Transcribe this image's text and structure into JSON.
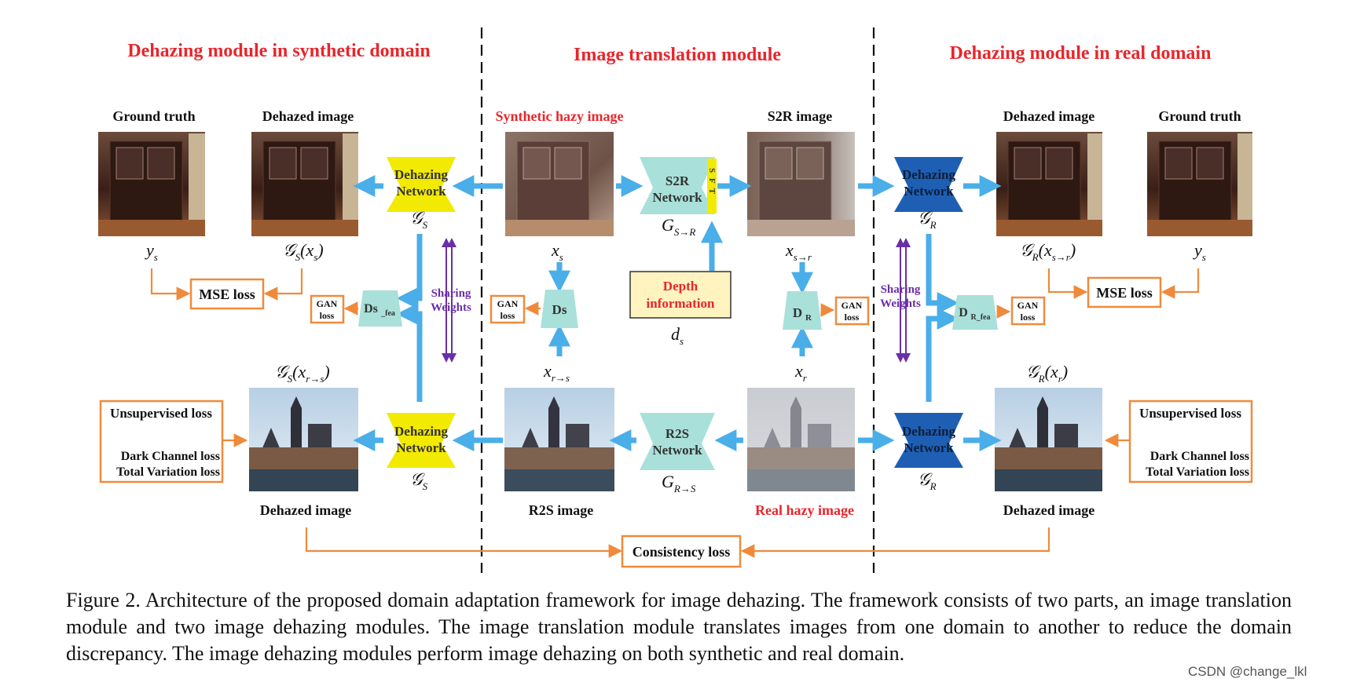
{
  "modules": {
    "synthetic": "Dehazing module in synthetic domain",
    "translation": "Image translation module",
    "real": "Dehazing module in real domain"
  },
  "labels": {
    "ground_truth": "Ground truth",
    "dehazed_image": "Dehazed image",
    "synthetic_hazy_image": "Synthetic hazy image",
    "s2r_image": "S2R image",
    "r2s_image": "R2S image",
    "real_hazy_image": "Real hazy image"
  },
  "nets": {
    "dehazing_line1": "Dehazing",
    "dehazing_line2": "Network",
    "s2r_line1": "S2R",
    "s2r_line2": "Network",
    "sft": "S F T",
    "r2s_line1": "R2S",
    "r2s_line2": "Network",
    "ds": "Ds",
    "dr_main": "D",
    "dr_sub": "R",
    "ds_fea_main": "Ds",
    "ds_fea_sub": "_fea",
    "dr_fea_main": "D",
    "dr_fea_sub": "R_fea",
    "depth_line1": "Depth",
    "depth_line2": "information"
  },
  "symbols": {
    "g_s": "𝒢",
    "g_s_sub": "S",
    "g_r": "𝒢",
    "g_r_sub": "R",
    "g_s2r": "G",
    "g_s2r_sub": "S→R",
    "g_r2s": "G",
    "g_r2s_sub": "R→S",
    "y_s": "y",
    "y_s_sub": "s",
    "x_s": "x",
    "x_s_sub": "s",
    "x_s2r": "x",
    "x_s2r_sub": "s→r",
    "x_r": "x",
    "x_r_sub": "r",
    "x_r2s": "x",
    "x_r2s_sub": "r→s",
    "d_s": "d",
    "d_s_sub": "s",
    "gs_xs": "𝒢",
    "gs_xs_sub": "S",
    "gs_xs_arg": "(x",
    "gs_xs_arg_sub": "s",
    "close": ")",
    "gr_xs2r_arg_sub": "s→r",
    "gs_xr2s_arg_sub": "r→s",
    "gr_xr_arg_sub": "r"
  },
  "losses": {
    "mse": "MSE loss",
    "gan_line1": "GAN",
    "gan_line2": "loss",
    "sharing_line1": "Sharing",
    "sharing_line2": "Weights",
    "unsupervised": "Unsupervised loss",
    "dark_channel": "Dark Channel loss",
    "total_variation": "Total Variation loss",
    "consistency": "Consistency loss"
  },
  "caption": "Figure 2. Architecture of the proposed domain adaptation framework for image dehazing. The framework consists of two parts, an image translation module and two image dehazing modules.  The image translation module translates images from one domain to another to reduce the domain discrepancy. The image dehazing modules perform image dehazing on both synthetic and real domain.",
  "watermark": "CSDN @change_lkl",
  "colors": {
    "title_red": "#e8262c",
    "arrow_blue": "#4aaee8",
    "yellow_net": "#f2ea00",
    "teal_net": "#a9e0da",
    "dark_blue_net": "#1f5fb3",
    "orange_box": "#ef8a3c",
    "purple": "#6a2fa6",
    "depth_fill": "#fff3c0"
  }
}
